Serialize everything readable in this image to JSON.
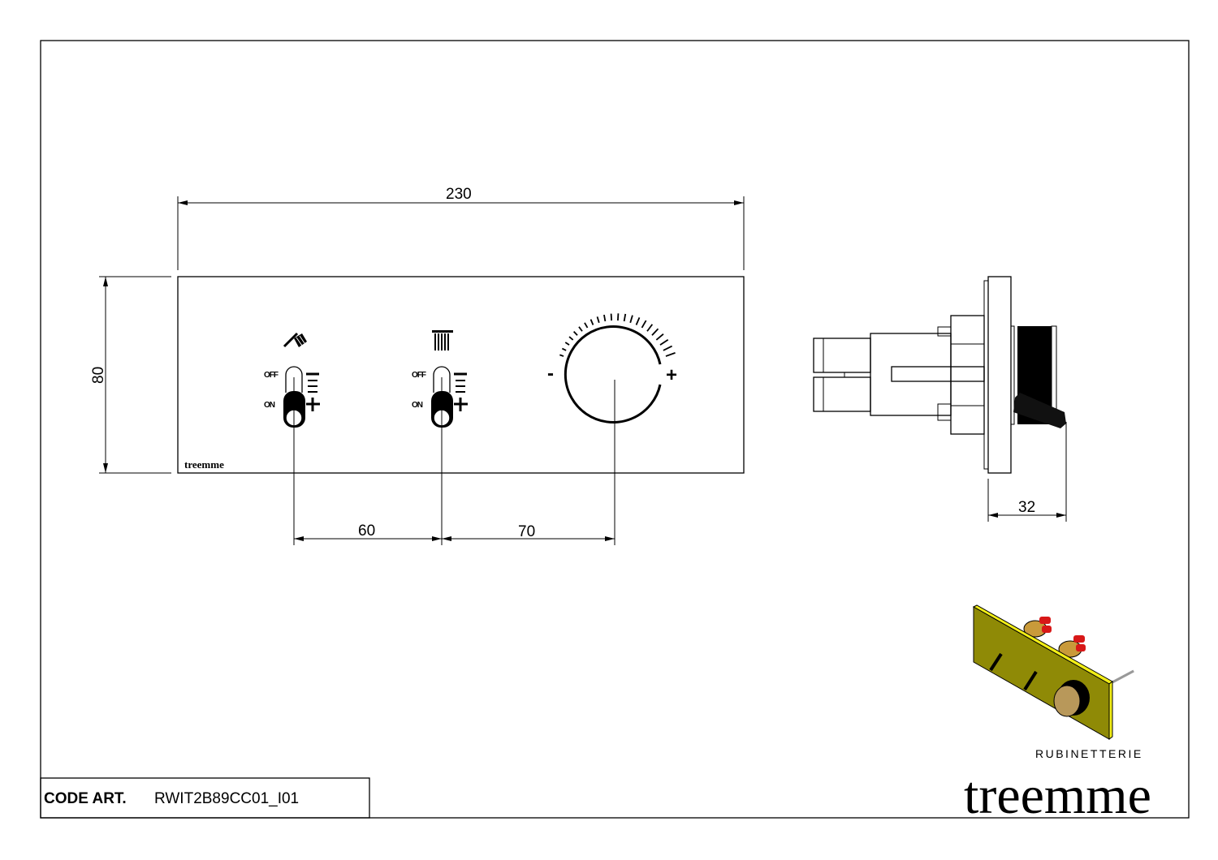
{
  "drawing": {
    "dimensions": {
      "width": "230",
      "height": "80",
      "spacing_left": "60",
      "spacing_right": "70",
      "depth": "32"
    },
    "controls": {
      "off_label": "OFF",
      "on_label": "ON",
      "minus_symbol": "-",
      "plus_symbol": "+"
    },
    "plate_brand": "treemme"
  },
  "title_block": {
    "code_label": "CODE ART.",
    "code_value": "RWIT2B89CC01_I01"
  },
  "logo": {
    "subtitle": "RUBINETTERIE",
    "name": "treemme"
  },
  "colors": {
    "plate_3d": "#8f8a06",
    "plate_edge": "#f2ee16",
    "brass": "#c99a3a",
    "caps": "#d81818"
  }
}
